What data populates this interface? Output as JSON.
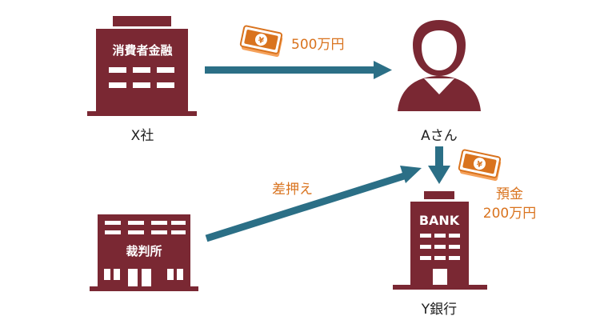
{
  "colors": {
    "building": "#7a2833",
    "arrow": "#2b6f86",
    "money_text": "#d9731e",
    "bill_fill": "#f5a15a",
    "label": "#1f1f1f",
    "white": "#ffffff"
  },
  "nodes": {
    "lender": {
      "sign_text": "消費者金融",
      "caption": "X社",
      "icon": "office-building-icon"
    },
    "person": {
      "caption": "Aさん",
      "icon": "person-icon"
    },
    "court": {
      "sign_text": "裁判所",
      "caption": "",
      "icon": "court-building-icon"
    },
    "bank": {
      "sign_text": "BANK",
      "caption": "Y銀行",
      "icon": "bank-building-icon"
    }
  },
  "edges": {
    "loan": {
      "label": "500万円",
      "icon": "yen-banknote-icon"
    },
    "deposit": {
      "label_line1": "預金",
      "label_line2": "200万円",
      "icon": "yen-banknote-icon"
    },
    "seizure": {
      "label": "差押え"
    }
  }
}
